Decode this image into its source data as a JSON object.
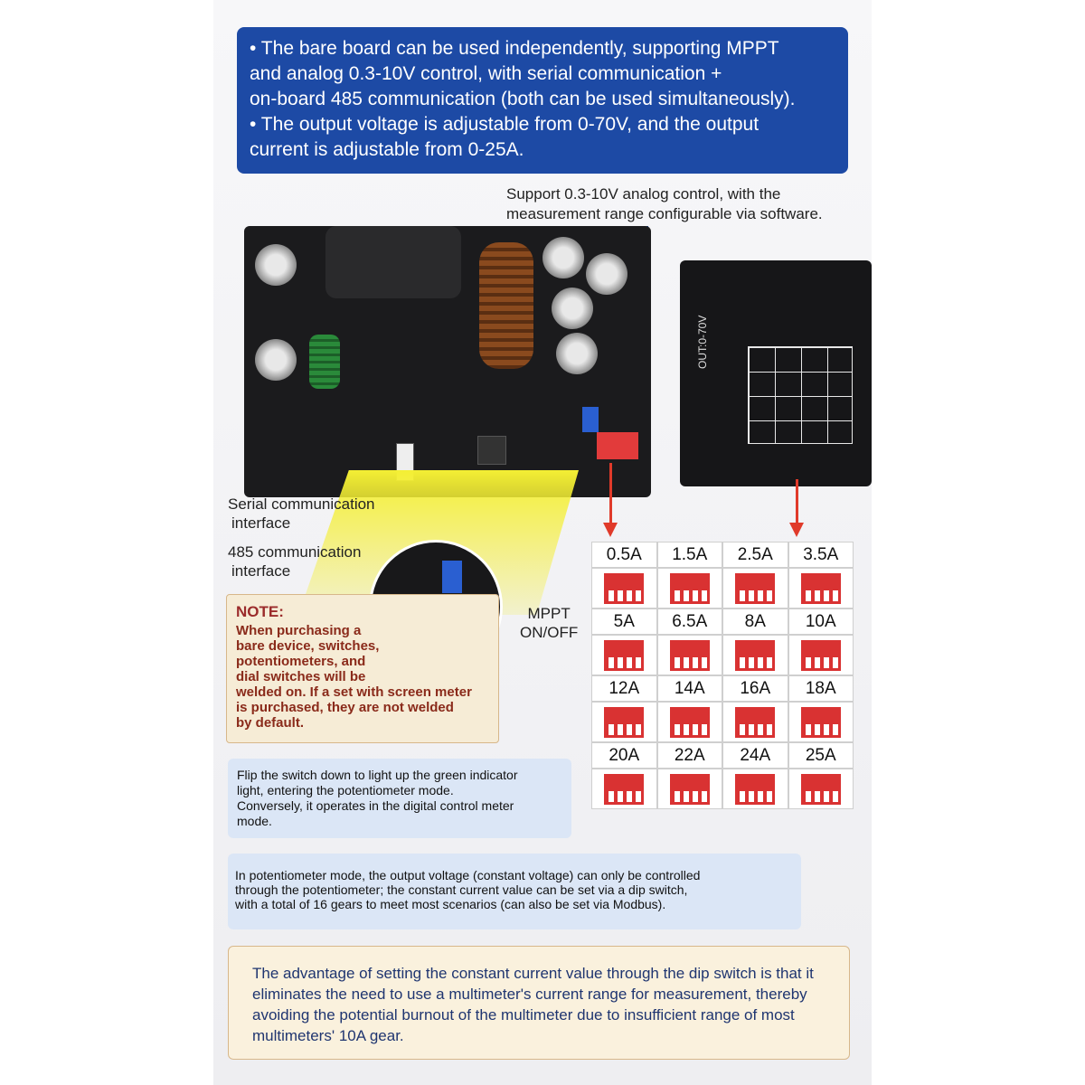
{
  "banner": {
    "line1": "• The bare board can be used independently, supporting MPPT",
    "line2": "and analog 0.3-10V control, with serial communication +",
    "line3": "on-board 485 communication (both can be used simultaneously).",
    "line4": "• The output voltage is adjustable from 0-70V, and the output",
    "line5": "current is adjustable from 0-25A."
  },
  "callout_analog": {
    "line1": "Support 0.3-10V analog control, with the",
    "line2": "measurement range configurable via software."
  },
  "board_back_label": "OUT:0-70V",
  "labels": {
    "serial_1": "Serial communication",
    "serial_2": "interface",
    "rs485_1": "485 communication",
    "rs485_2": "interface",
    "mppt_1": "MPPT",
    "mppt_2": "ON/OFF"
  },
  "note": {
    "title": "NOTE:",
    "line1": "When purchasing a",
    "line2": "bare device, switches,",
    "line3": "potentiometers, and",
    "line4": "dial switches will be",
    "line5": "welded on. If a set with screen meter",
    "line6": "is purchased, they are not welded",
    "line7": "by default."
  },
  "current_settings": [
    [
      "0.5A",
      "1.5A",
      "2.5A",
      "3.5A"
    ],
    [
      "5A",
      "6.5A",
      "8A",
      "10A"
    ],
    [
      "12A",
      "14A",
      "16A",
      "18A"
    ],
    [
      "20A",
      "22A",
      "24A",
      "25A"
    ]
  ],
  "info_switch": {
    "line1": "Flip the switch down to light up the green indicator",
    "line2": "light, entering the potentiometer mode.",
    "line3": "Conversely, it operates in the digital control meter",
    "line4": "mode."
  },
  "info_pot": {
    "line1": "In potentiometer mode, the output voltage (constant voltage) can only be controlled",
    "line2": "through the potentiometer; the constant current value can be set via a dip switch,",
    "line3": "with a total of 16 gears to meet most scenarios (can also be set via Modbus)."
  },
  "info_dip": {
    "line1": "The advantage of setting the constant current value through the dip switch is that it",
    "line2": "eliminates the need to use a multimeter's current range for measurement, thereby",
    "line3": "avoiding the potential burnout of the multimeter due to insufficient range of most",
    "line4": "multimeters' 10A gear."
  }
}
